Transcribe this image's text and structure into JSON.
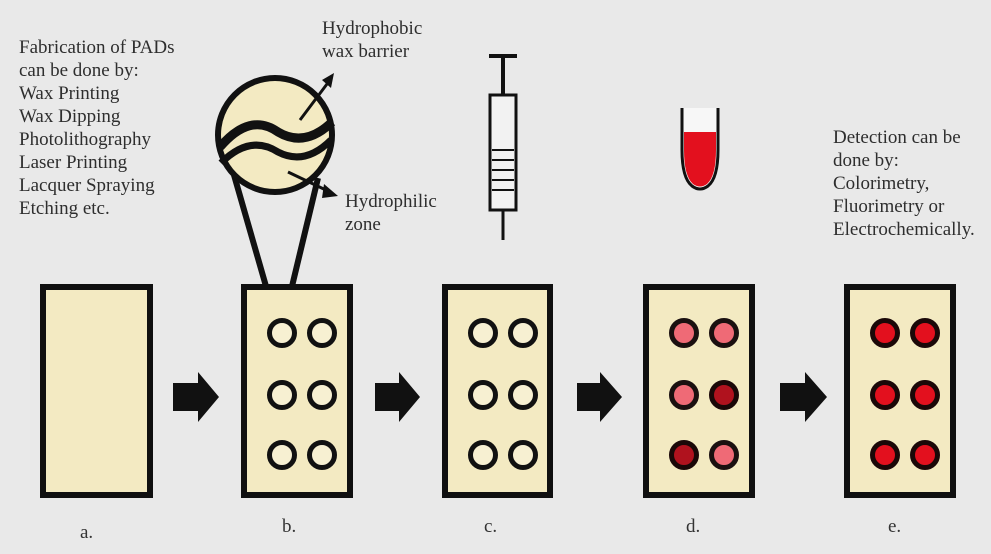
{
  "intro": {
    "lines": [
      "Fabrication of PADs",
      "can be done by:",
      "Wax Printing",
      "Wax Dipping",
      "Photolithography",
      "Laser Printing",
      "Lacquer Spraying",
      "Etching etc."
    ]
  },
  "callouts": {
    "barrier_lines": [
      "Hydrophobic",
      "wax barrier"
    ],
    "zone_lines": [
      "Hydrophilic",
      "zone"
    ]
  },
  "detection": {
    "lines": [
      "Detection can be",
      "done by:",
      "Colorimetry,",
      "Fluorimetry or",
      "Electrochemically."
    ]
  },
  "panels": [
    {
      "label": "a."
    },
    {
      "label": "b."
    },
    {
      "label": "c."
    },
    {
      "label": "d."
    },
    {
      "label": "e."
    }
  ],
  "colors": {
    "paper": "#f3eac2",
    "outline": "#101010",
    "sample": "#e3101e",
    "pink_well": "#ef6a76",
    "background": "#e9e9e9"
  }
}
